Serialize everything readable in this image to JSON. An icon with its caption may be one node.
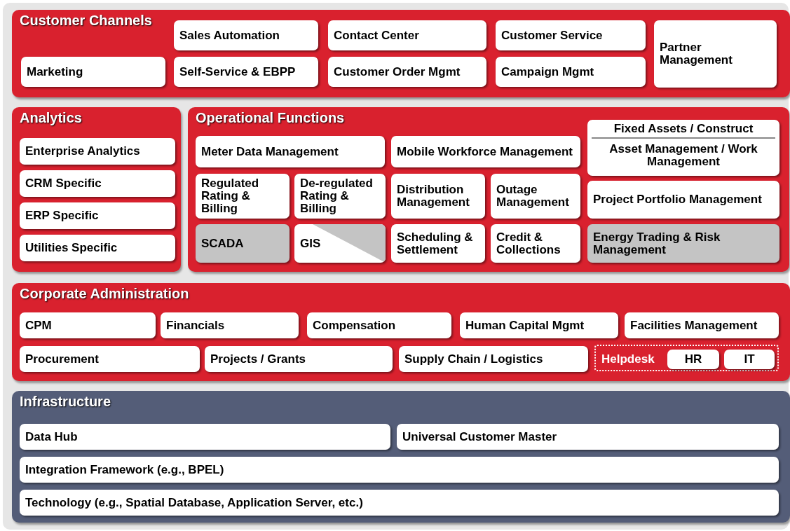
{
  "diagram": {
    "nodes": [
      {
        "text": [
          "Customer Channels"
        ]
      },
      {
        "text": [
          "Sales Automation"
        ],
        "in": 0
      },
      {
        "text": [
          "Contact Center"
        ],
        "in": 0
      },
      {
        "text": [
          "Customer Service"
        ],
        "in": 0
      },
      {
        "text": [
          "Partner Management"
        ],
        "in": 0
      },
      {
        "text": [
          "Marketing"
        ],
        "in": 0
      },
      {
        "text": [
          "Self-Service & EBPP"
        ],
        "in": 0
      },
      {
        "text": [
          "Customer Order Mgmt"
        ],
        "in": 0
      },
      {
        "text": [
          "Campaign Mgmt"
        ],
        "in": 0
      },
      {
        "text": [
          "Analytics"
        ]
      },
      {
        "text": [
          "Enterprise Analytics"
        ],
        "in": 9
      },
      {
        "text": [
          "CRM Specific"
        ],
        "in": 9
      },
      {
        "text": [
          "ERP Specific"
        ],
        "in": 9
      },
      {
        "text": [
          "Utilities Specific"
        ],
        "in": 9
      },
      {
        "text": [
          "Operational Functions"
        ]
      },
      {
        "text": [
          "Meter Data Management"
        ],
        "in": 14
      },
      {
        "text": [
          "Mobile Workforce Management"
        ],
        "in": 14
      },
      {
        "text": [
          "Fixed Assets / Construct",
          "Asset Management / Work Management"
        ],
        "in": 14
      },
      {
        "text": [
          "Regulated Rating & Billing"
        ],
        "in": 14
      },
      {
        "text": [
          "De-regulated Rating & Billing"
        ],
        "in": 14
      },
      {
        "text": [
          "Distribution Management"
        ],
        "in": 14
      },
      {
        "text": [
          "Outage Management"
        ],
        "in": 14
      },
      {
        "text": [
          "Project Portfolio Management"
        ],
        "in": 14
      },
      {
        "text": [
          "SCADA"
        ],
        "in": 14
      },
      {
        "text": [
          "GIS"
        ],
        "in": 14
      },
      {
        "text": [
          "Scheduling & Settlement"
        ],
        "in": 14
      },
      {
        "text": [
          "Credit & Collections"
        ],
        "in": 14
      },
      {
        "text": [
          "Energy Trading & Risk Management"
        ],
        "in": 14
      },
      {
        "text": [
          "Corporate Administration"
        ]
      },
      {
        "text": [
          "CPM"
        ],
        "in": 28
      },
      {
        "text": [
          "Financials"
        ],
        "in": 28
      },
      {
        "text": [
          "Compensation"
        ],
        "in": 28
      },
      {
        "text": [
          "Human Capital Mgmt"
        ],
        "in": 28
      },
      {
        "text": [
          "Facilities Management"
        ],
        "in": 28
      },
      {
        "text": [
          "Procurement"
        ],
        "in": 28
      },
      {
        "text": [
          "Projects / Grants"
        ],
        "in": 28
      },
      {
        "text": [
          "Supply Chain / Logistics"
        ],
        "in": 28
      },
      {
        "text": [
          "Helpdesk"
        ],
        "in": 28
      },
      {
        "text": [
          "HR"
        ],
        "in": 37
      },
      {
        "text": [
          "IT"
        ],
        "in": 37
      },
      {
        "text": [
          "Infrastructure"
        ]
      },
      {
        "text": [
          "Data Hub"
        ],
        "in": 40
      },
      {
        "text": [
          "Universal Customer Master"
        ],
        "in": 40
      },
      {
        "text": [
          "Integration Framework (e.g., BPEL)"
        ],
        "in": 40
      },
      {
        "text": [
          "Technology (e.g., Spatial Database, Application Server, etc.)"
        ],
        "in": 40
      }
    ]
  }
}
